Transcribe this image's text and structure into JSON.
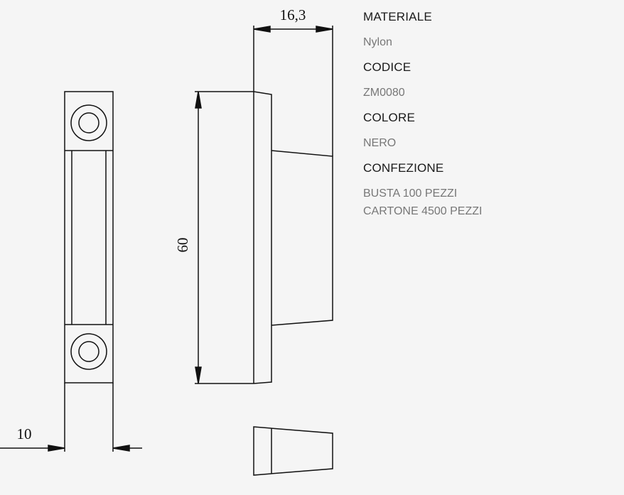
{
  "drawing": {
    "dimensions": {
      "depth": "16,3",
      "height": "60",
      "width": "10"
    }
  },
  "specs": {
    "material_label": "MATERIALE",
    "material_value": "Nylon",
    "code_label": "CODICE",
    "code_value": "ZM0080",
    "color_label": "COLORE",
    "color_value": "NERO",
    "packaging_label": "CONFEZIONE",
    "packaging_lines": [
      "BUSTA 100 PEZZI",
      "CARTONE 4500 PEZZI"
    ]
  }
}
